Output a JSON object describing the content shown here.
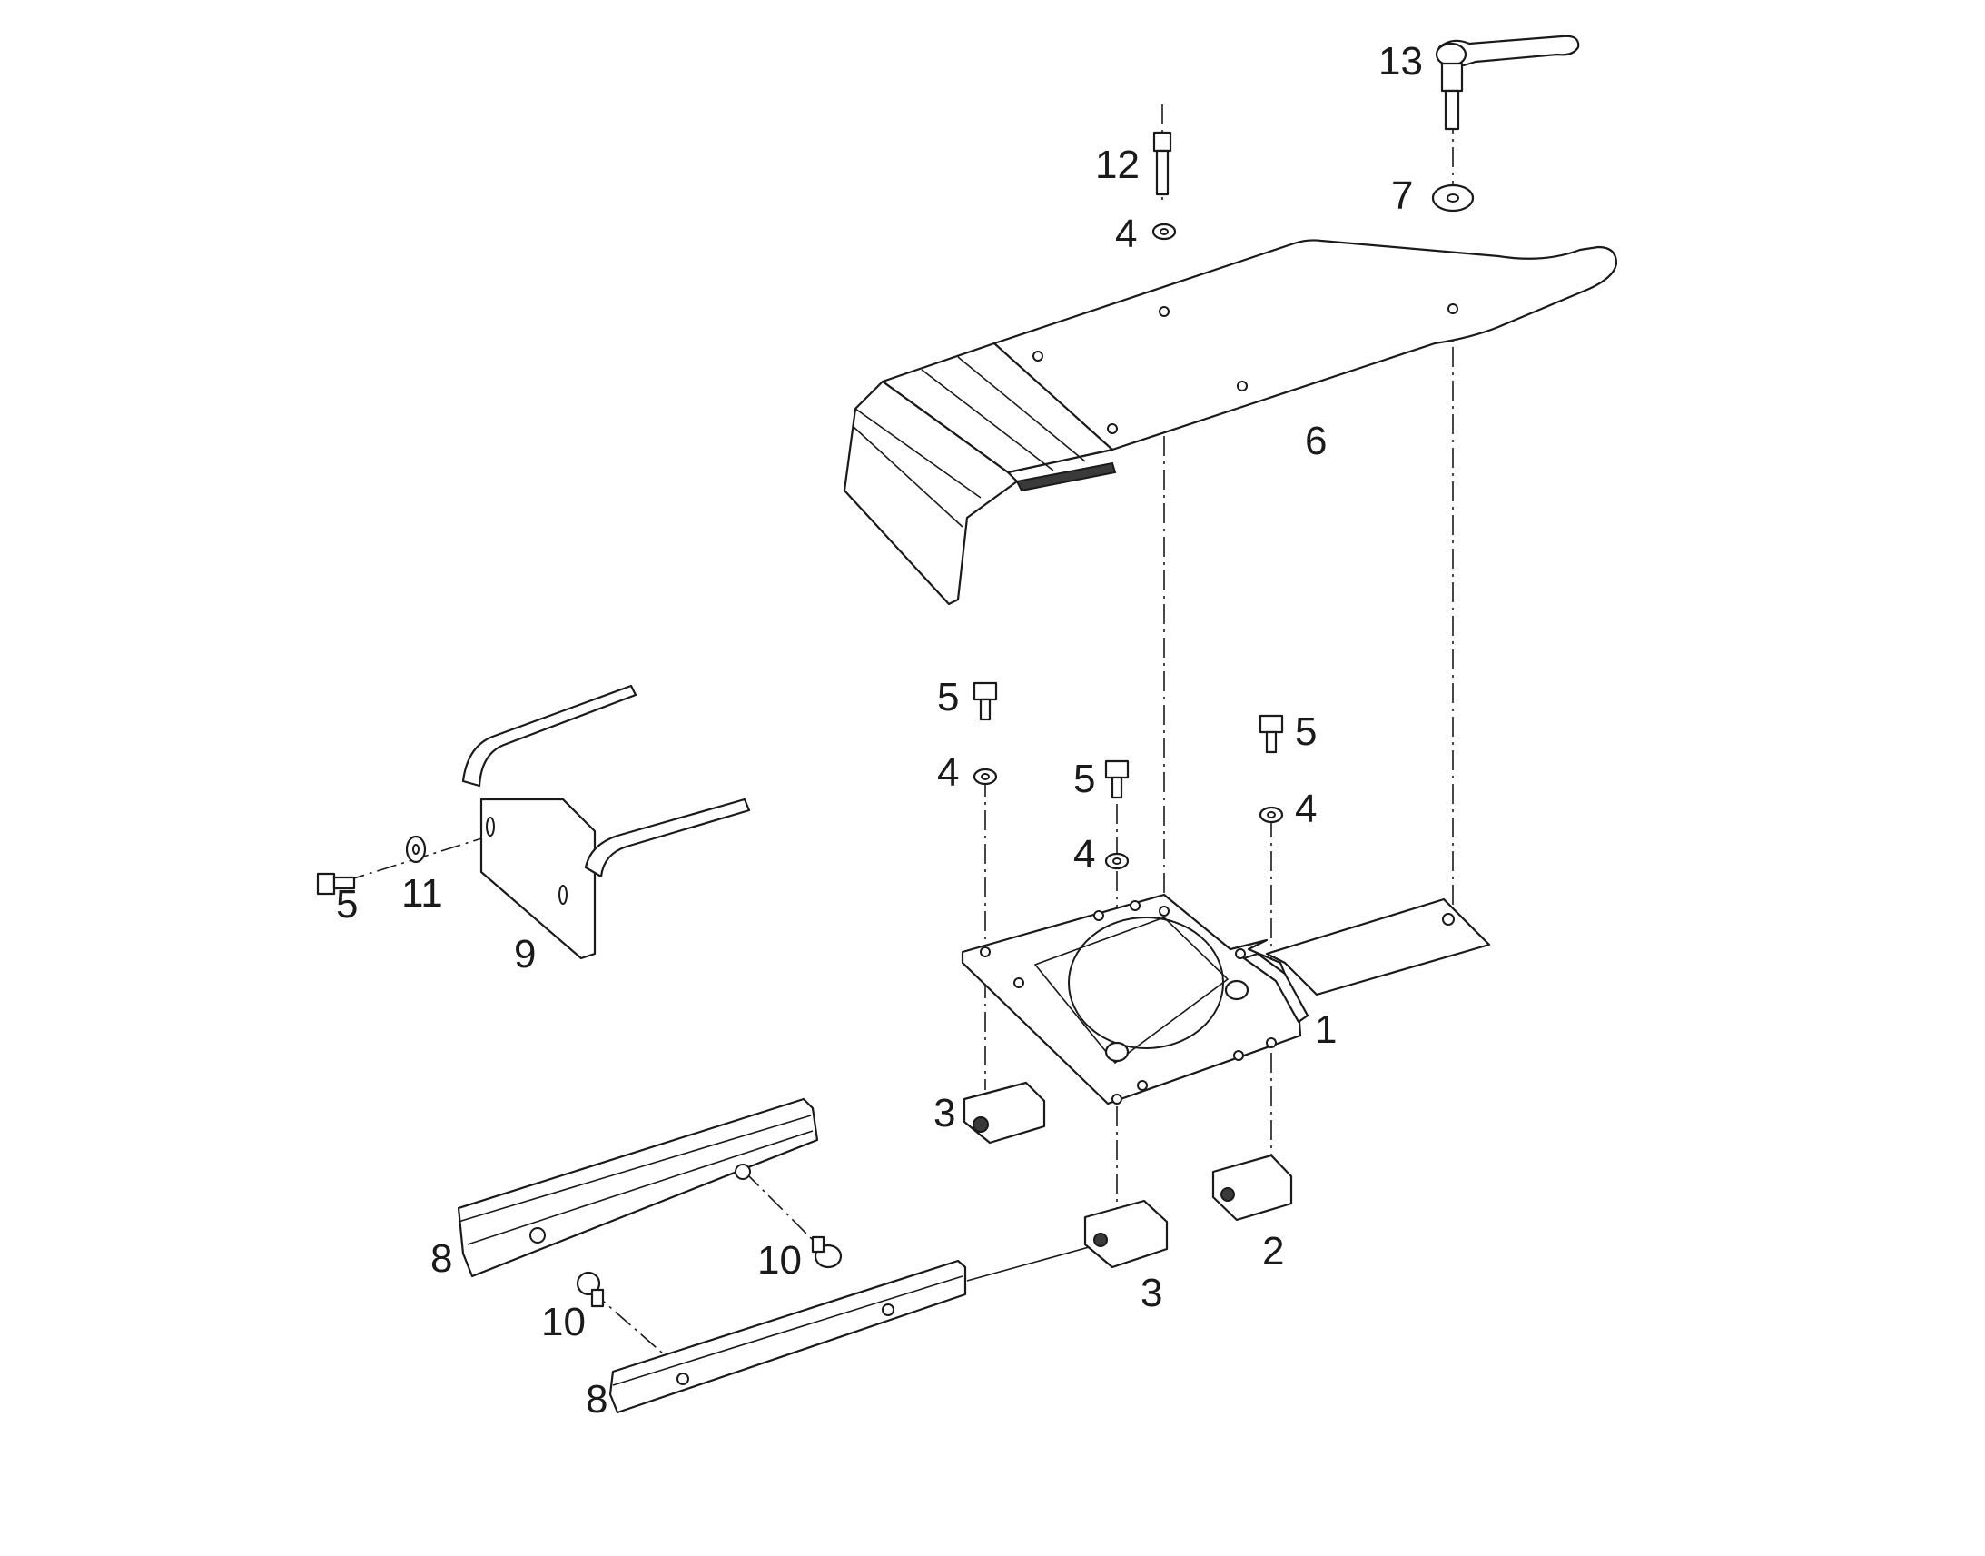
{
  "labels": {
    "p1": "1",
    "p2": "2",
    "p3a": "3",
    "p3b": "3",
    "p4a": "4",
    "p4b": "4",
    "p4c": "4",
    "p4d": "4",
    "p5a": "5",
    "p5b": "5",
    "p5c": "5",
    "p5d": "5",
    "p6": "6",
    "p7": "7",
    "p8a": "8",
    "p8b": "8",
    "p9": "9",
    "p10a": "10",
    "p10b": "10",
    "p11": "11",
    "p12": "12",
    "p13": "13"
  }
}
